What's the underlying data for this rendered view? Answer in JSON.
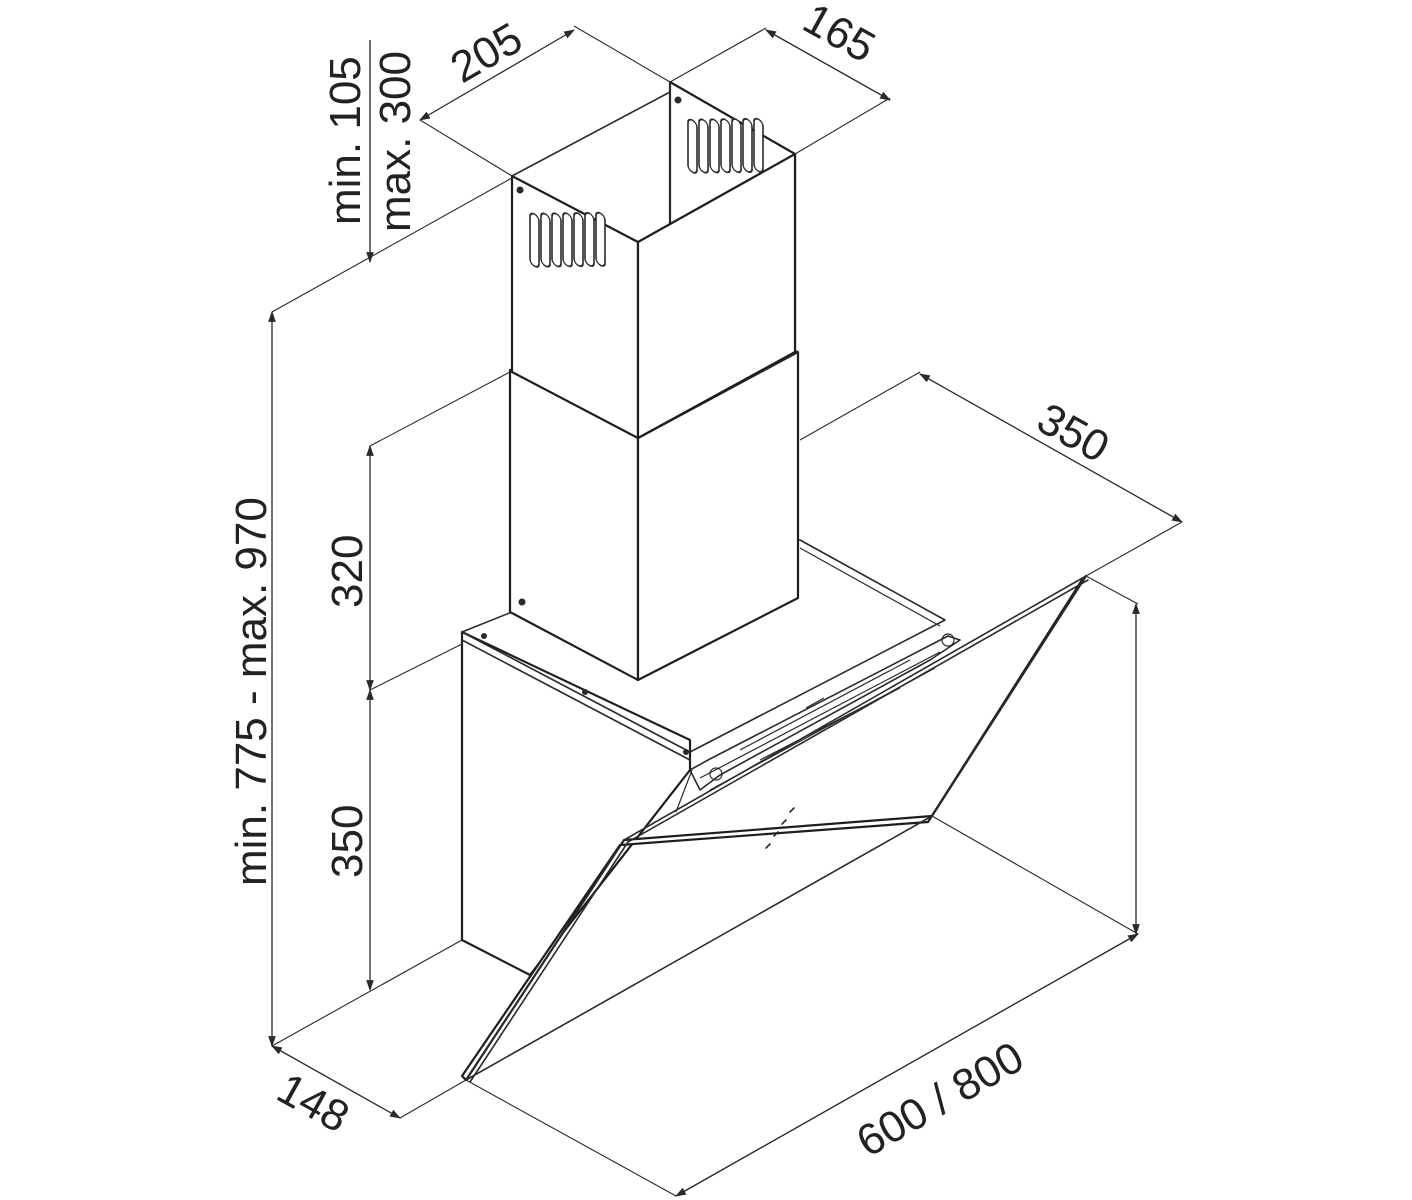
{
  "diagram": {
    "colors": {
      "line": "#2a2a2a",
      "background": "#ffffff"
    },
    "dimensions": {
      "chimney_height_range": {
        "min": "min. 105",
        "max": "max. 300"
      },
      "chimney_width": "205",
      "chimney_depth": "165",
      "hood_depth_top": "350",
      "upper_chimney_height": "320",
      "lower_chimney_height": "350",
      "total_height": "min. 775 - max. 970",
      "glass_depth_bottom": "148",
      "hood_width": "600 / 800"
    }
  }
}
